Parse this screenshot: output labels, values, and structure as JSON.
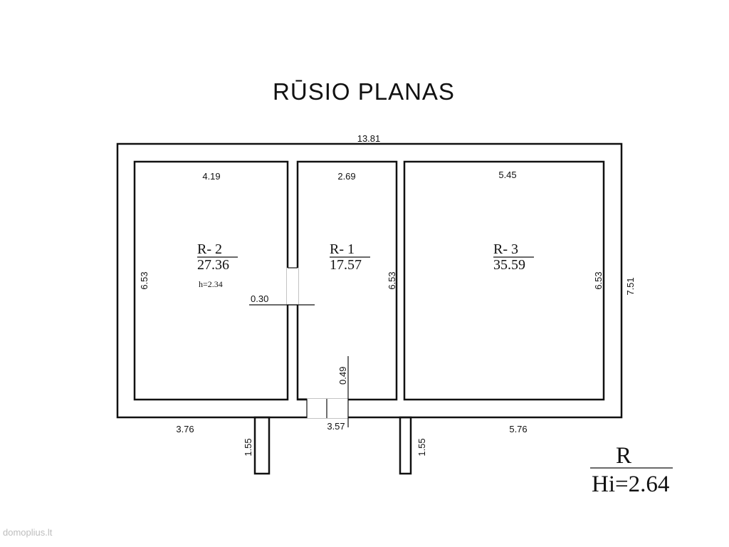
{
  "title": "RŪSIO PLANAS",
  "dimensions": {
    "overall_width": "13.81",
    "overall_height": "7.51",
    "room2_width": "4.19",
    "room2_height": "6.53",
    "room1_width": "2.69",
    "room1_height": "6.53",
    "room3_width": "5.45",
    "room3_height": "6.53",
    "wall_thickness": "0.30",
    "door_height": "0.49",
    "bottom_left": "3.76",
    "bottom_middle": "3.57",
    "bottom_right": "5.76",
    "stair_left": "1.55",
    "stair_right": "1.55"
  },
  "rooms": [
    {
      "id": "R- 2",
      "area": "27.36",
      "height": "h=2.34"
    },
    {
      "id": "R- 1",
      "area": "17.57"
    },
    {
      "id": "R- 3",
      "area": "35.59"
    }
  ],
  "legend": {
    "label": "R",
    "height": "Hi=2.64"
  },
  "watermark": "domoplius.lt"
}
